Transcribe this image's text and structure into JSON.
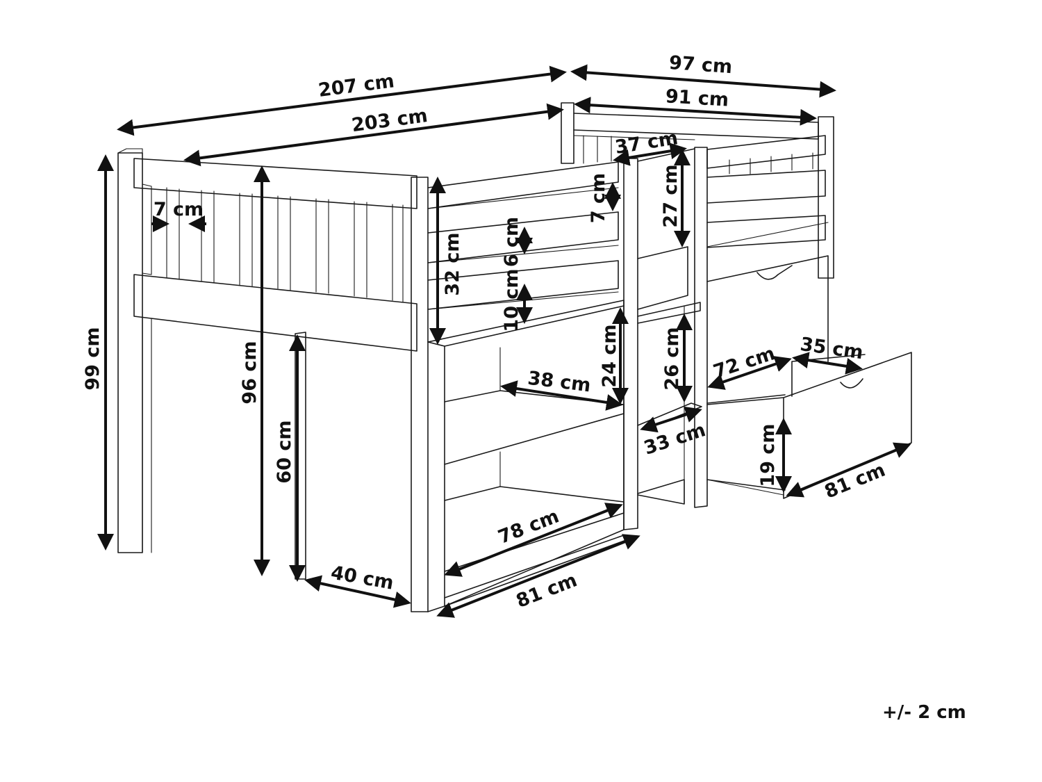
{
  "dimensions": {
    "overall_length": "207 cm",
    "overall_depth": "97 cm",
    "inner_length": "203 cm",
    "inner_depth": "91 cm",
    "ladder_width": "37 cm",
    "ladder_height": "27 cm",
    "slat_gap": "7 cm",
    "rail_gap_top": "7 cm",
    "rail_gap_mid": "6 cm",
    "rail_height": "32 cm",
    "rail_board": "10 cm",
    "total_height": "99 cm",
    "frame_height": "96 cm",
    "underbed_clearance": "60 cm",
    "leg_depth": "40 cm",
    "shelf_width": "38 cm",
    "shelf_height": "24 cm",
    "shelf_bottom_width": "78 cm",
    "shelf_unit_depth": "81 cm",
    "cabinet_height": "26 cm",
    "cabinet_shelf_depth": "33 cm",
    "drawer_inner_length": "72 cm",
    "drawer_width": "35 cm",
    "drawer_height": "19 cm",
    "drawer_length": "81 cm"
  },
  "tolerance": "+/- 2 cm"
}
